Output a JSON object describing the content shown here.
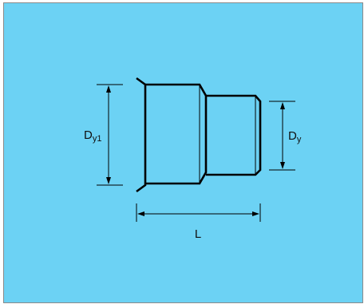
{
  "colors": {
    "background": "#6cd2f4",
    "stroke": "#000000",
    "border": "#8a8a8a"
  },
  "labels": {
    "dy1_main": "D",
    "dy1_sub": "y1",
    "dy_main": "D",
    "dy_sub": "y",
    "length": "L"
  }
}
